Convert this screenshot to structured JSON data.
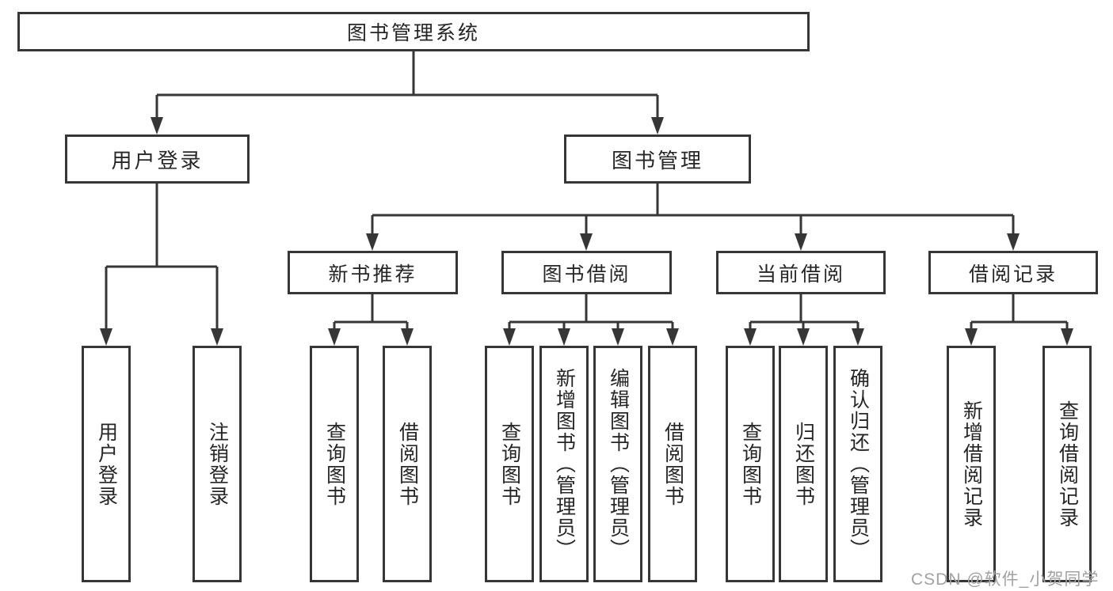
{
  "diagram": {
    "root": {
      "label": "图书管理系统"
    },
    "branches": [
      {
        "label": "用户登录",
        "children": [
          {
            "label": "用户登录"
          },
          {
            "label": "注销登录"
          }
        ]
      },
      {
        "label": "图书管理",
        "children": [
          {
            "label": "新书推荐",
            "children": [
              {
                "label": "查询图书"
              },
              {
                "label": "借阅图书"
              }
            ]
          },
          {
            "label": "图书借阅",
            "children": [
              {
                "label": "查询图书"
              },
              {
                "label": "新增图书（管理员）"
              },
              {
                "label": "编辑图书（管理员）"
              },
              {
                "label": "借阅图书"
              }
            ]
          },
          {
            "label": "当前借阅",
            "children": [
              {
                "label": "查询图书"
              },
              {
                "label": "归还图书"
              },
              {
                "label": "确认归还（管理员）"
              }
            ]
          },
          {
            "label": "借阅记录",
            "children": [
              {
                "label": "新增借阅记录"
              },
              {
                "label": "查询借阅记录"
              }
            ]
          }
        ]
      }
    ],
    "watermark": "CSDN @软件_小贺同学",
    "colors": {
      "line": "#363636",
      "text": "#262626",
      "watermark": "#a2a2a4",
      "background": "#ffffff"
    }
  }
}
